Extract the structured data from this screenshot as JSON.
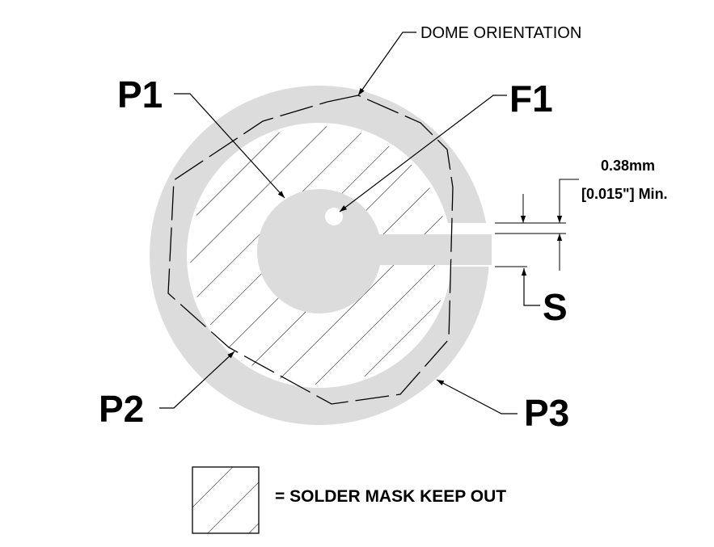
{
  "labels": {
    "dome_orientation": "DOME ORIENTATION",
    "p1": "P1",
    "f1": "F1",
    "p2": "P2",
    "p3": "P3",
    "s": "S",
    "dim_mm": "0.38mm",
    "dim_in": "[0.015\"] Min."
  },
  "legend": {
    "text": "= SOLDER MASK KEEP OUT"
  },
  "colors": {
    "pad_fill": "#dcdcdc",
    "line": "#000000",
    "background": "#ffffff"
  }
}
